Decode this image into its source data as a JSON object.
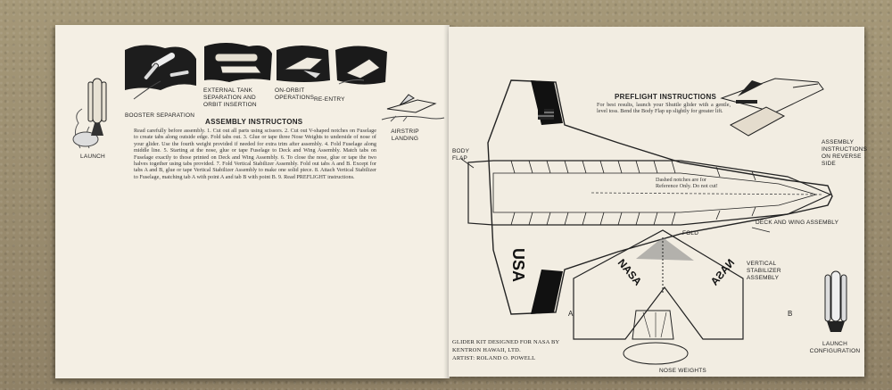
{
  "left_page": {
    "stages": [
      {
        "label": "LAUNCH"
      },
      {
        "label": "BOOSTER SEPARATION"
      },
      {
        "label": "EXTERNAL TANK SEPARATION AND ORBIT INSERTION"
      },
      {
        "label": "ON-ORBIT OPERATIONS"
      },
      {
        "label": "RE-ENTRY"
      },
      {
        "label": "AIRSTRIP LANDING"
      }
    ],
    "assembly_title": "ASSEMBLY INSTRUCTONS",
    "assembly_text": "Read carefully before assembly. 1. Cut out all parts using scissors. 2. Cut out V-shaped notches on Fuselage to create tabs along outside edge. Fold tabs out. 3. Glue or tape three Nose Weights to underside of nose of your glider. Use the fourth weight provided if needed for extra trim after assembly. 4. Fold Fuselage along middle line. 5. Starting at the nose, glue or tape Fuselage to Deck and Wing Assembly. Match tabs on Fuselage exactly to those printed on Deck and Wing Assembly. 6. To close the nose, glue or tape the two halves together using tabs provided. 7. Fold Vertical Stabilizer Assembly. Fold out tabs A and B. Except for tabs A and B, glue or tape Vertical Stabilizer Assembly to make one solid piece. 8. Attach Vertical Stabilizer to Fuselage, matching tab A with point A and tab B with point B. 9. Read PREFLIGHT instructions."
  },
  "right_page": {
    "preflight_title": "PREFLIGHT INSTRUCTIONS",
    "preflight_text": "For best results, launch your Shuttle glider with a gentle, level toss. Bend the Body Flap up slightly for greater lift.",
    "body_flap_label": "BODY FLAP",
    "reference_note": "Dashed notches are for Reference Only. Do not cut!",
    "deck_wing_label": "DECK AND WING ASSEMBLY",
    "usa_text": "USA",
    "fold_label": "FOLD",
    "nasa_text": "NASA",
    "vertical_stabilizer_label": "VERTICAL STABILIZER ASSEMBLY",
    "tab_a": "A",
    "tab_b": "B",
    "nose_weights_label": "NOSE WEIGHTS",
    "assembly_reverse_label": "ASSEMBLY INSTRUCTIONS ON REVERSE SIDE",
    "launch_config_label": "LAUNCH CONFIGURATION",
    "credits": {
      "line1": "GLIDER KIT DESIGNED FOR NASA BY",
      "line2": "KENTRON HAWAII, LTD.",
      "line3": "ARTIST: ROLAND O. POWELL"
    }
  }
}
